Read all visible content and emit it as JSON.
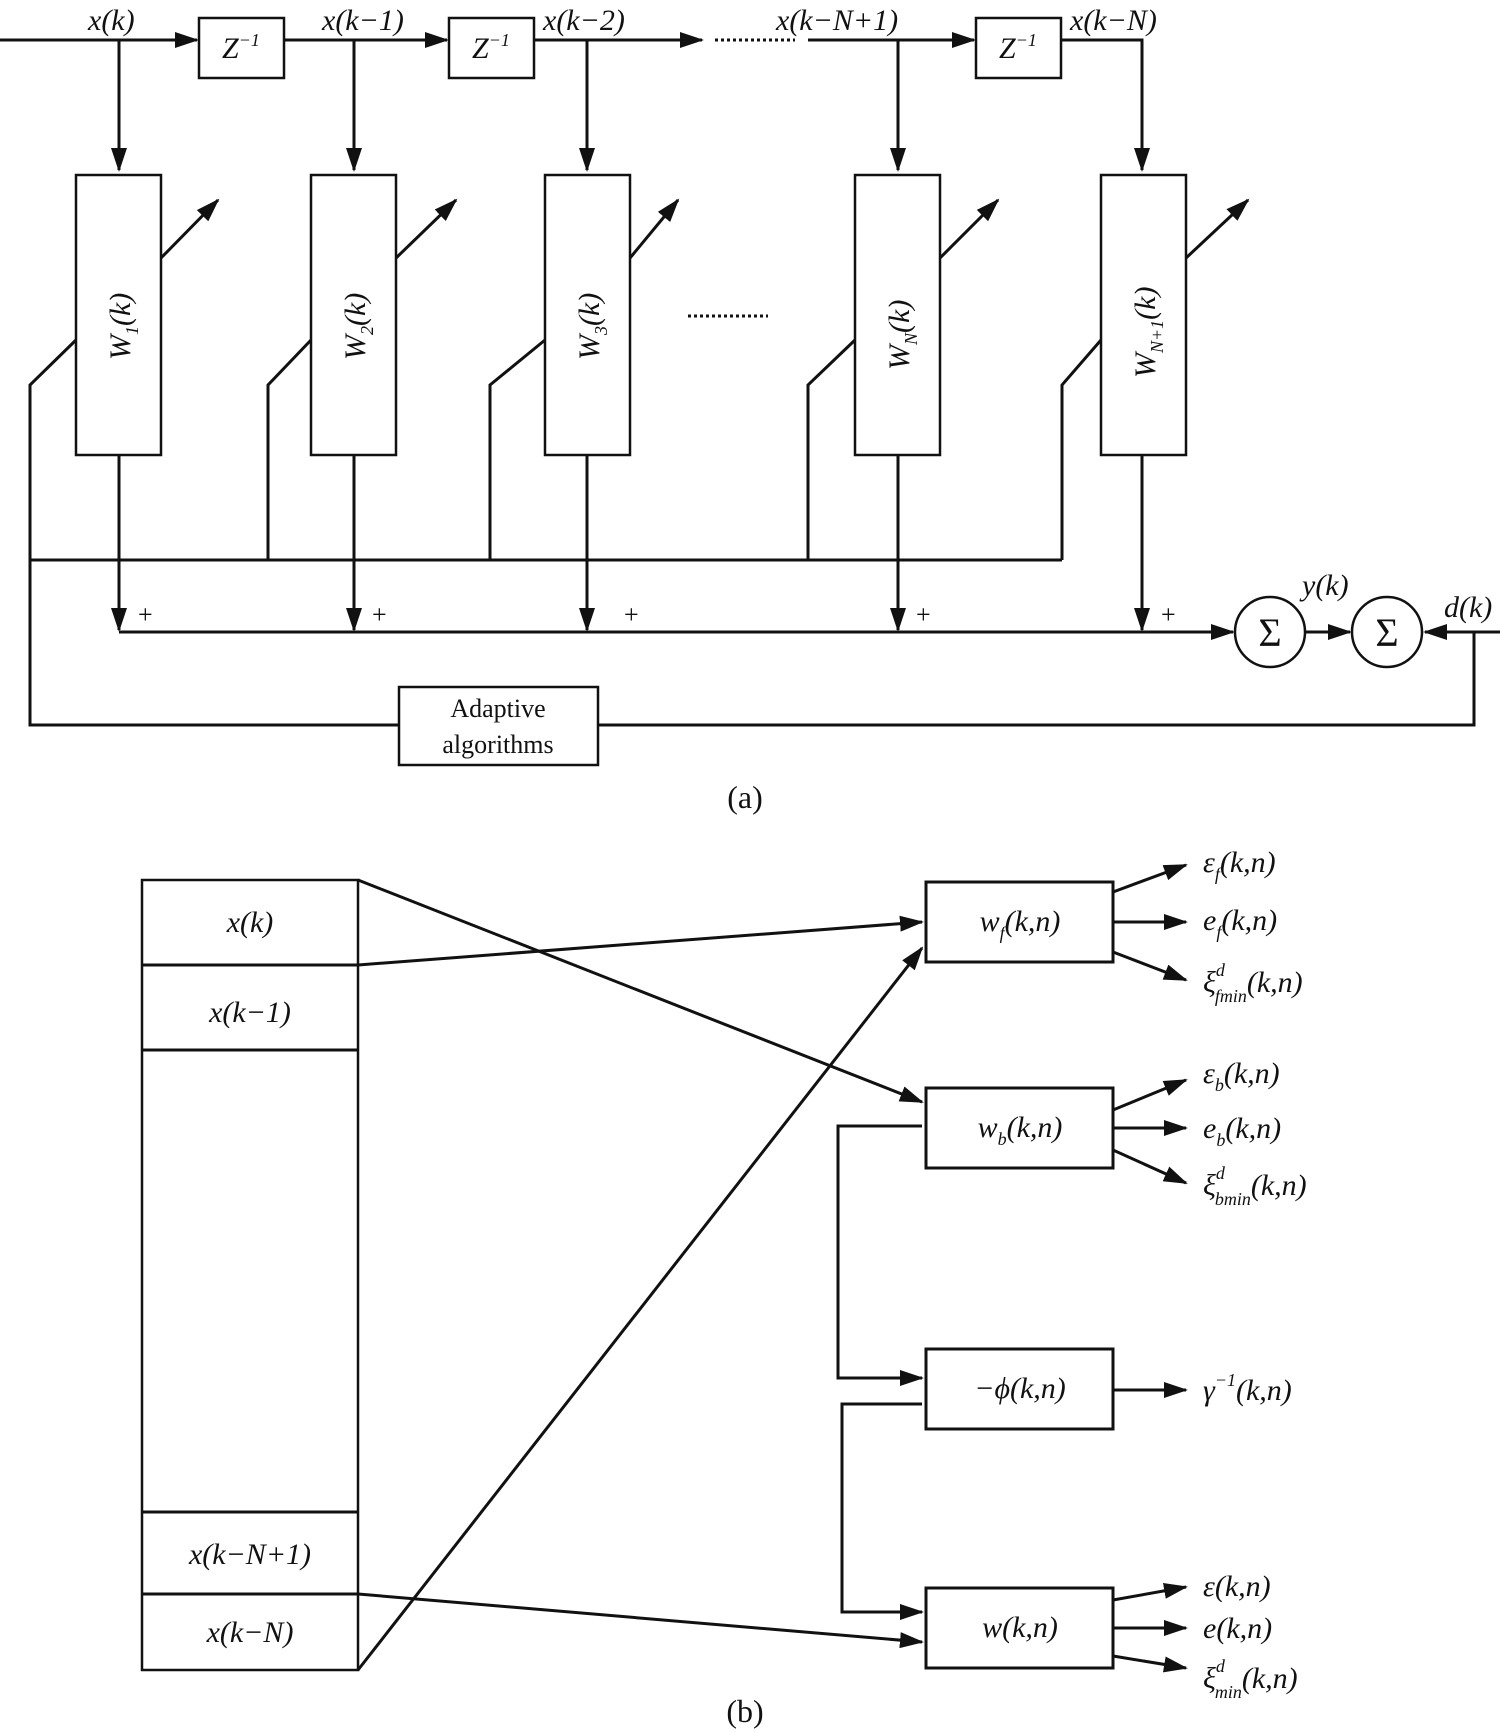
{
  "part_a": {
    "caption": "(a)",
    "delay_label": "Z",
    "delay_exp": "−1",
    "taps": [
      "x(k)",
      "x(k−1)",
      "x(k−2)",
      "x(k−N+1)",
      "x(k−N)"
    ],
    "weights": [
      {
        "base": "W",
        "sub": "1",
        "arg": "(k)"
      },
      {
        "base": "W",
        "sub": "2",
        "arg": "(k)"
      },
      {
        "base": "W",
        "sub": "3",
        "arg": "(k)"
      },
      {
        "base": "W",
        "sub": "N",
        "arg": "(k)"
      },
      {
        "base": "W",
        "sub": "N+1",
        "arg": "(k)"
      }
    ],
    "plus": "+",
    "sum_symbol": "Σ",
    "output": "y(k)",
    "desired": "d(k)",
    "adaptive_line1": "Adaptive",
    "adaptive_line2": "algorithms"
  },
  "part_b": {
    "caption": "(b)",
    "register": [
      "x(k)",
      "x(k−1)",
      "x(k−N+1)",
      "x(k−N)"
    ],
    "forward": {
      "box": {
        "base": "w",
        "sub": "f",
        "arg": "(k,n)"
      },
      "outputs": [
        {
          "base": "ε",
          "sub": "f",
          "arg": "(k,n)"
        },
        {
          "base": "e",
          "sub": "f",
          "arg": "(k,n)"
        },
        {
          "base": "ξ",
          "sup": "d",
          "sub": "fmin",
          "arg": "(k,n)"
        }
      ]
    },
    "backward": {
      "box": {
        "base": "w",
        "sub": "b",
        "arg": "(k,n)"
      },
      "outputs": [
        {
          "base": "ε",
          "sub": "b",
          "arg": "(k,n)"
        },
        {
          "base": "e",
          "sub": "b",
          "arg": "(k,n)"
        },
        {
          "base": "ξ",
          "sup": "d",
          "sub": "bmin",
          "arg": "(k,n)"
        }
      ]
    },
    "phi": {
      "box": "−ϕ(k,n)",
      "output": {
        "base": "γ",
        "sup": "−1",
        "arg": "(k,n)"
      }
    },
    "joint": {
      "box": "w(k,n)",
      "outputs": [
        {
          "base": "ε",
          "arg": "(k,n)"
        },
        {
          "base": "e",
          "arg": "(k,n)"
        },
        {
          "base": "ξ",
          "sup": "d",
          "sub": "min",
          "arg": "(k,n)"
        }
      ]
    }
  }
}
